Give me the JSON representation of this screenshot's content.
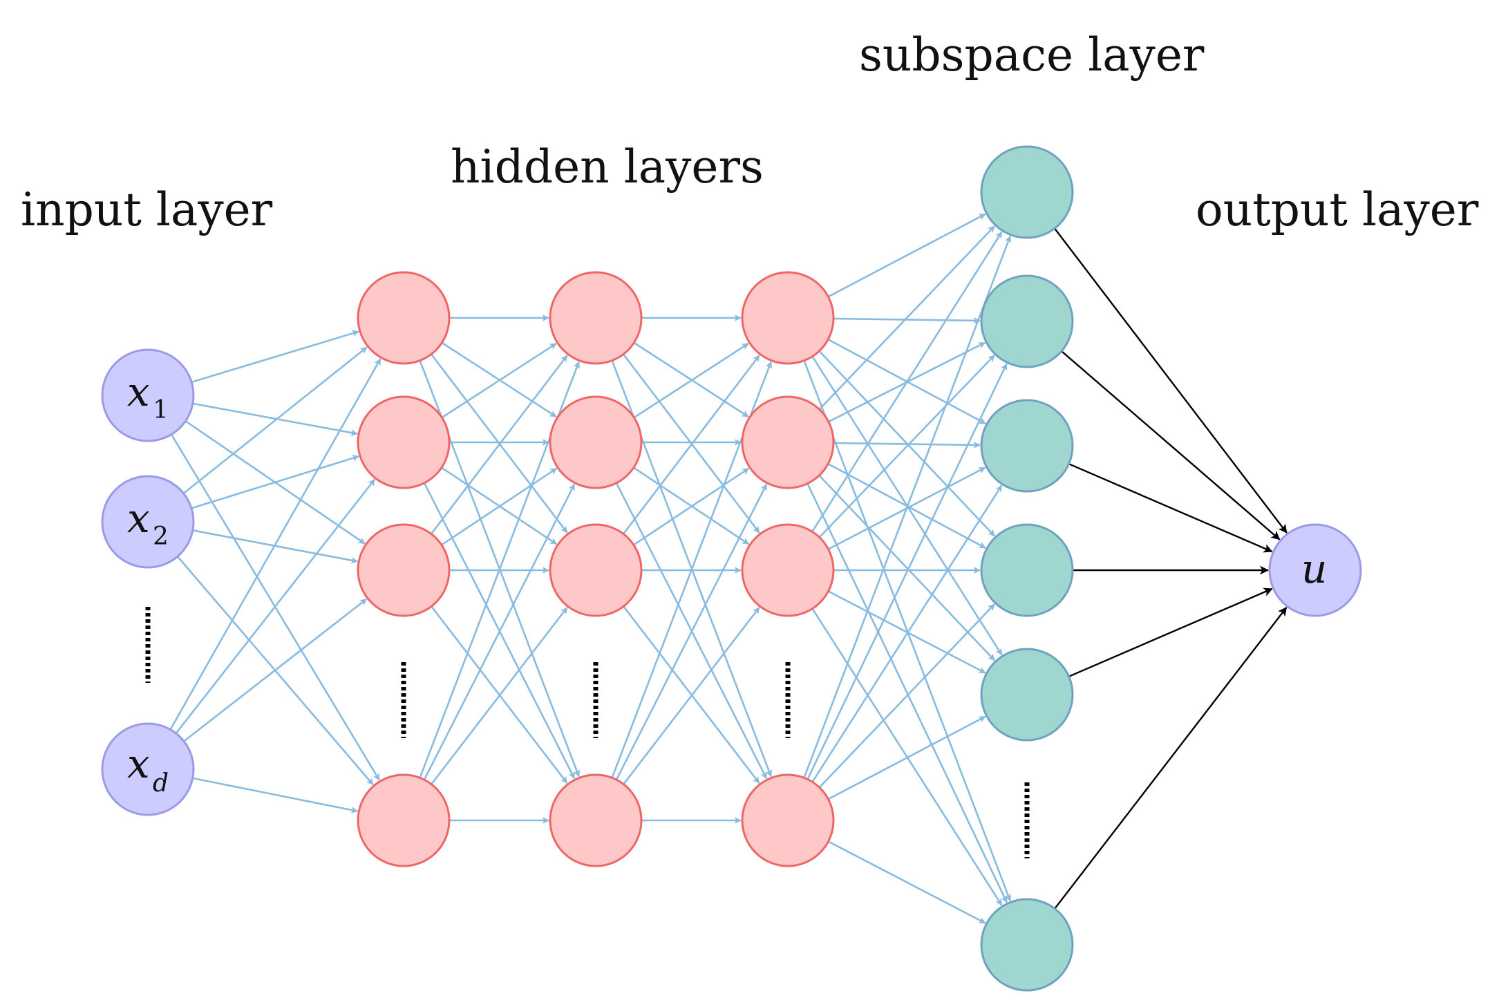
{
  "titles": {
    "input": "input layer",
    "hidden": "hidden layers",
    "subspace": "subspace layer",
    "output": "output layer"
  },
  "input_nodes": [
    {
      "var": "x",
      "sub": "1"
    },
    {
      "var": "x",
      "sub": "2"
    },
    {
      "var": "x",
      "sub": "d"
    }
  ],
  "output_node": {
    "var": "u"
  },
  "colors": {
    "input_fill": "#ccccff",
    "input_stroke": "#9a9ae6",
    "hidden_fill": "#ffc8c8",
    "hidden_stroke": "#ee6666",
    "subspace_fill": "#9fd6d0",
    "subspace_stroke": "#6fa2c0",
    "edge_blue": "#88bbe0",
    "edge_black": "#000000"
  }
}
